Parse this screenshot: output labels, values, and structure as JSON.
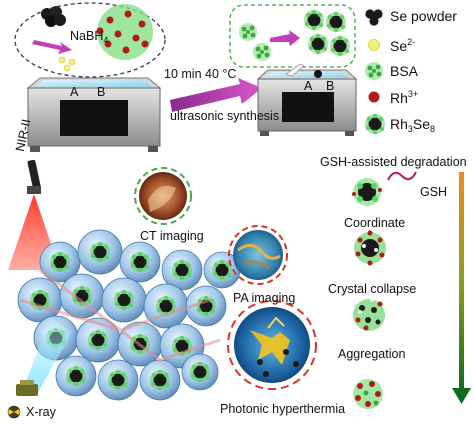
{
  "legend": {
    "se_powder": "Se powder",
    "se2": "Se",
    "se2_charge": "2-",
    "bsa": "BSA",
    "rh3": "Rh",
    "rh3_charge": "3+",
    "product_base": "Rh",
    "product_sub1": "3",
    "product_mid": "Se",
    "product_sub2": "8"
  },
  "synthesis": {
    "reagent_base": "NaBH",
    "reagent_sub": "4",
    "bath_label_a": "A",
    "bath_label_b": "B",
    "condition": "10 min 40 °C",
    "method": "ultrasonic synthesis"
  },
  "applications": {
    "nir": "NIR-II",
    "xray": "X-ray",
    "ct": "CT imaging",
    "pa": "PA imaging",
    "pht": "Photonic  hyperthermia"
  },
  "degradation": {
    "title": "GSH-assisted degradation",
    "gsh": "GSH",
    "step1": "Coordinate",
    "step2": "Crystal collapse",
    "step3": "Aggregation"
  },
  "colors": {
    "arrow_purple": "#c23fb5",
    "laser_red": "#e8281f",
    "bsa_green": "#5fd160",
    "rh_red": "#b01b1b",
    "se_black": "#1a1a1a",
    "se2_yellow": "#f3f07a",
    "dashed_green": "#4aa84f",
    "dashed_red": "#d9322a",
    "gradient_start": "#f08a1c",
    "gradient_end": "#0f6b1e",
    "water_blue": "#bfe6f7"
  }
}
